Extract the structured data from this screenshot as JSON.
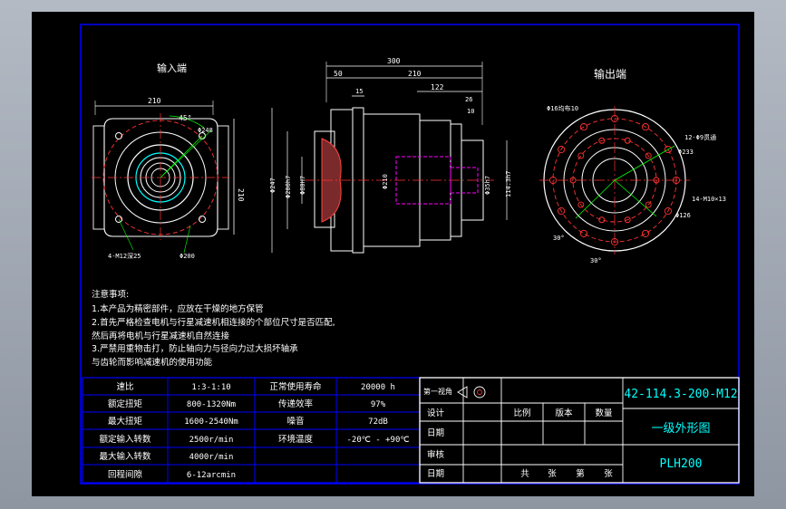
{
  "views": {
    "input_label": "输入端",
    "output_label": "输出端"
  },
  "dims": {
    "input": {
      "width_top": "210",
      "height_right": "210",
      "angle": "45°",
      "hole_dia": "Φ248",
      "bolt_spec": "4-M12深25",
      "pcd": "Φ200"
    },
    "side": {
      "overall": "300",
      "left_len": "50",
      "right_len": "210",
      "flange": "15",
      "mid": "122",
      "dim_26": "26",
      "dim_10": "10",
      "left_d1": "Φ247",
      "left_d2": "Φ200h7",
      "left_d3": "Φ80H7",
      "mid_d": "Φ210",
      "shaft_d": "Φ35h7",
      "shaft_right": "114.3h7"
    },
    "output": {
      "hole_spec": "Φ16均布10",
      "thread_spec": "12-Φ9贯通",
      "d233": "Φ233",
      "tap_spec": "14-M10×13",
      "d126": "Φ126",
      "angle1": "30°",
      "angle2": "30°"
    }
  },
  "notes": {
    "heading": "注意事项:",
    "lines": [
      "1.本产品为精密部件，应放在干燥的地方保管",
      "2.首先严格检查电机与行星减速机相连接的个部位尺寸是否匹配,",
      "然后再将电机与行星减速机自然连接",
      "3.严禁用重物击打，防止轴向力与径向力过大损坏轴承",
      "与齿轮而影响减速机的使用功能"
    ]
  },
  "spec_table": {
    "rows": [
      {
        "k1": "速比",
        "v1": "1:3-1:10",
        "k2": "正常使用寿命",
        "v2": "20000 h"
      },
      {
        "k1": "额定扭矩",
        "v1": "800-1320Nm",
        "k2": "传递效率",
        "v2": "97%"
      },
      {
        "k1": "最大扭矩",
        "v1": "1600-2540Nm",
        "k2": "噪音",
        "v2": "72dB"
      },
      {
        "k1": "额定输入转数",
        "v1": "2500r/min",
        "k2": "环境温度",
        "v2": "-20℃ - +90℃"
      },
      {
        "k1": "最大输入转数",
        "v1": "4000r/min",
        "k2": "",
        "v2": ""
      },
      {
        "k1": "回程间隙",
        "v1": "6-12arcmin",
        "k2": "",
        "v2": ""
      }
    ]
  },
  "title_block": {
    "projection": "第一视角",
    "drawing_no": "42-114.3-200-M12",
    "design": "设计",
    "scale": "比例",
    "version": "版本",
    "quantity": "数量",
    "drawing_title": "一级外形图",
    "date": "日期",
    "review": "审核",
    "date2": "日期",
    "model": "PLH200",
    "sheet_info": {
      "total": "共",
      "sheets": "张",
      "no": "第",
      "sheet": "张"
    }
  }
}
